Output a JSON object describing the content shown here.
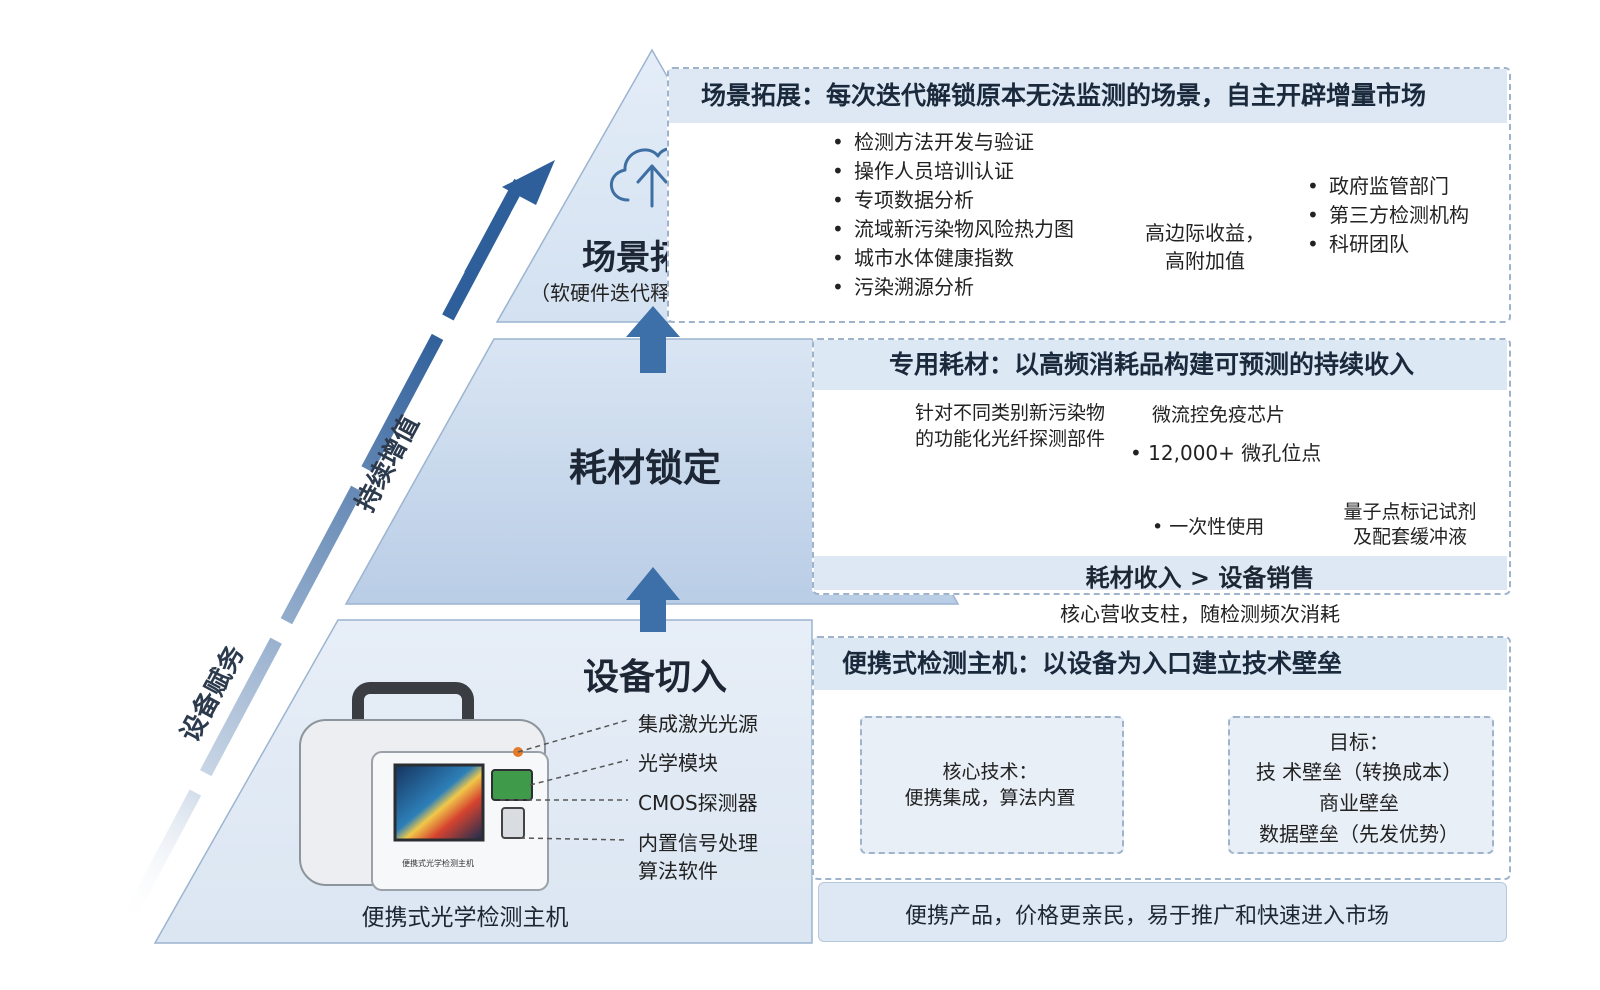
{
  "arrow": {
    "bottom_label": "设备赋务",
    "top_label": "持续增值"
  },
  "tiers": {
    "top": {
      "title": "场景拓展",
      "subtitle": "（软硬件迭代释放新性能）",
      "icon": "cloud-upload-icon"
    },
    "middle": {
      "title": "耗材锁定"
    },
    "bottom": {
      "title": "设备切入"
    }
  },
  "scene_panel": {
    "header": "场景拓展：每次迭代解锁原本无法监测的场景，自主开辟增量市场",
    "bullets": [
      "检测方法开发与验证",
      "操作人员培训认证",
      "专项数据分析",
      "流域新污染物风险热力图",
      "城市水体健康指数",
      "污染溯源分析"
    ],
    "cloud_icon": "cloud-icon",
    "value_text": [
      "高边际收益，",
      "高附加值"
    ],
    "customers": [
      "政府监管部门",
      "第三方检测机构",
      "科研团队"
    ]
  },
  "consumable_panel": {
    "header": "专用耗材：以高频消耗品构建可预测的持续收入",
    "fiber_caption": [
      "针对不同类别新污染物",
      "的功能化光纤探测部件"
    ],
    "chip_title": "微流控免疫芯片",
    "chip_bullet1": "12,000+ 微孔位点",
    "chip_bullet2": "一次性使用",
    "reagent_caption": [
      "量子点标记试剂",
      "及配套缓冲液"
    ],
    "reagent_colors": [
      "#e0457a",
      "#f2b134",
      "#3b8fe0"
    ],
    "revenue_line": "耗材收入 > 设备销售",
    "revenue_sub": "核心营收支柱，随检测频次消耗"
  },
  "device_panel": {
    "header": "便携式检测主机：以设备为入口建立技术壁垒",
    "core_tech": [
      "核心技术：",
      "便携集成，算法内置"
    ],
    "goals": [
      "目标：",
      "技 术壁垒（转换成本）",
      "商业壁垒",
      "数据壁垒（先发优势）"
    ],
    "footer_icon": "briefcase-icon",
    "footer": "便携产品，价格更亲民，易于推广和快速进入市场"
  },
  "device": {
    "callouts": [
      "集成激光光源",
      "光学模块",
      "CMOS探测器",
      "内置信号处理",
      "算法软件"
    ],
    "caption": "便携式光学检测主机",
    "body_label": "便携式光学检测主机"
  }
}
